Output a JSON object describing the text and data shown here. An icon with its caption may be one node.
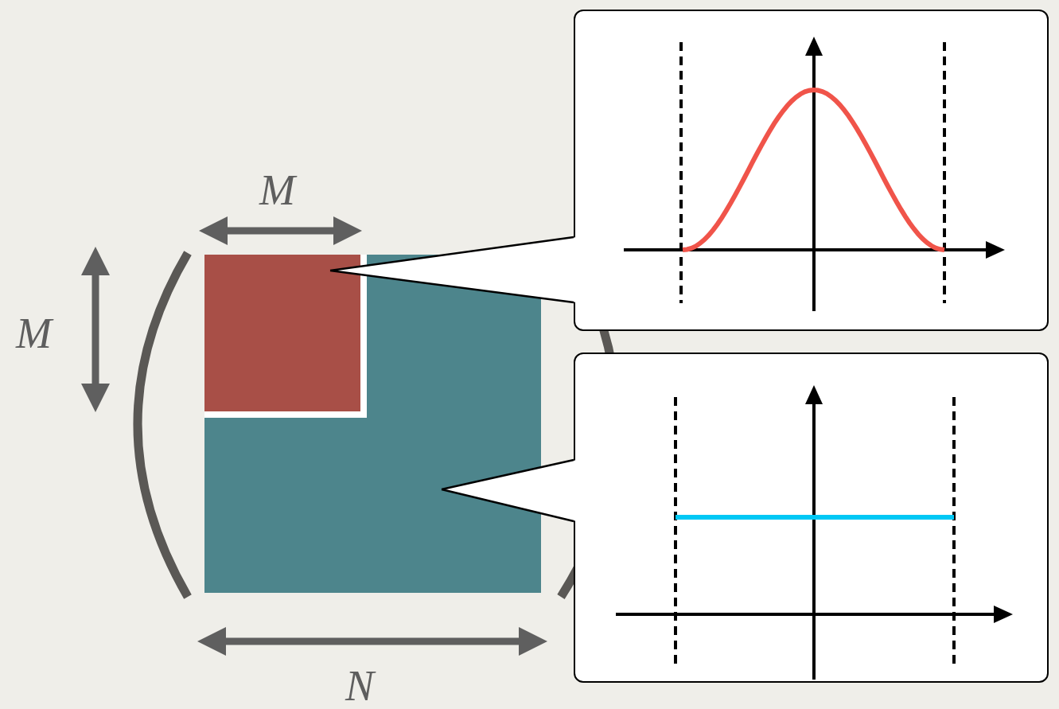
{
  "diagram": {
    "nodes": [
      {
        "text": [],
        "shape": "box"
      },
      {
        "text": [],
        "shape": "box",
        "in": 0
      },
      {
        "text": [],
        "shape": "picture"
      },
      {
        "text": [],
        "shape": "picture"
      }
    ],
    "edges": [
      {
        "from": 2,
        "to": 1,
        "arrow": "none"
      },
      {
        "from": 3,
        "to": 0,
        "arrow": "none"
      }
    ],
    "labels": [
      "M",
      "M",
      "N"
    ]
  }
}
